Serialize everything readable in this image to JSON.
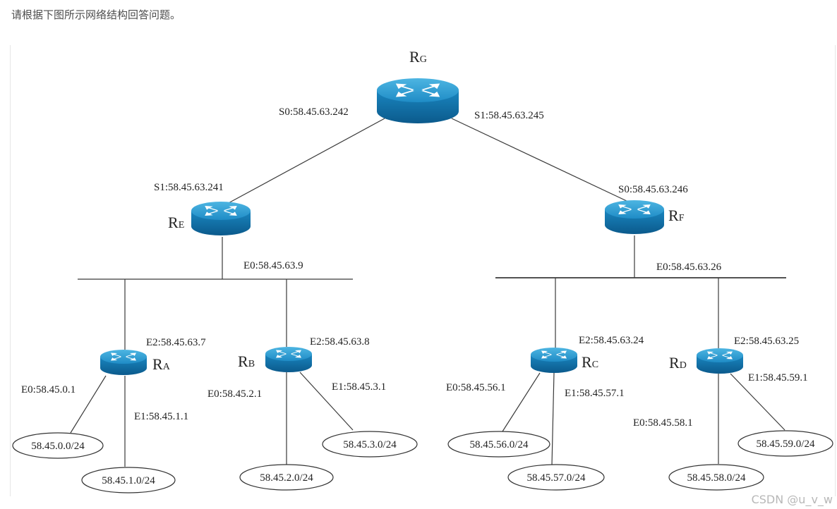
{
  "question": "请根据下图所示网络结构回答问题。",
  "watermark": "CSDN @u_v_w",
  "routers": {
    "RG": {
      "main": "R",
      "sub": "G"
    },
    "RE": {
      "main": "R",
      "sub": "E"
    },
    "RF": {
      "main": "R",
      "sub": "F"
    },
    "RA": {
      "main": "R",
      "sub": "A"
    },
    "RB": {
      "main": "R",
      "sub": "B"
    },
    "RC": {
      "main": "R",
      "sub": "C"
    },
    "RD": {
      "main": "R",
      "sub": "D"
    }
  },
  "interfaces": {
    "rg_s0": "S0:58.45.63.242",
    "rg_s1": "S1:58.45.63.245",
    "re_s1": "S1:58.45.63.241",
    "rf_s0": "S0:58.45.63.246",
    "re_e0": "E0:58.45.63.9",
    "rf_e0": "E0:58.45.63.26",
    "ra_e2": "E2:58.45.63.7",
    "rb_e2": "E2:58.45.63.8",
    "rc_e2": "E2:58.45.63.24",
    "rd_e2": "E2:58.45.63.25",
    "ra_e0": "E0:58.45.0.1",
    "ra_e1": "E1:58.45.1.1",
    "rb_e0": "E0:58.45.2.1",
    "rb_e1": "E1:58.45.3.1",
    "rc_e0": "E0:58.45.56.1",
    "rc_e1": "E1:58.45.57.1",
    "rd_e0": "E0:58.45.58.1",
    "rd_e1": "E1:58.45.59.1"
  },
  "networks": {
    "n0": "58.45.0.0/24",
    "n1": "58.45.1.0/24",
    "n2": "58.45.2.0/24",
    "n3": "58.45.3.0/24",
    "n56": "58.45.56.0/24",
    "n57": "58.45.57.0/24",
    "n58": "58.45.58.0/24",
    "n59": "58.45.59.0/24"
  },
  "colors": {
    "router_top": "#2f9fd3",
    "router_side": "#1478b4",
    "router_dark": "#0c5f93",
    "arrow": "#ffffff",
    "line": "#333333"
  }
}
